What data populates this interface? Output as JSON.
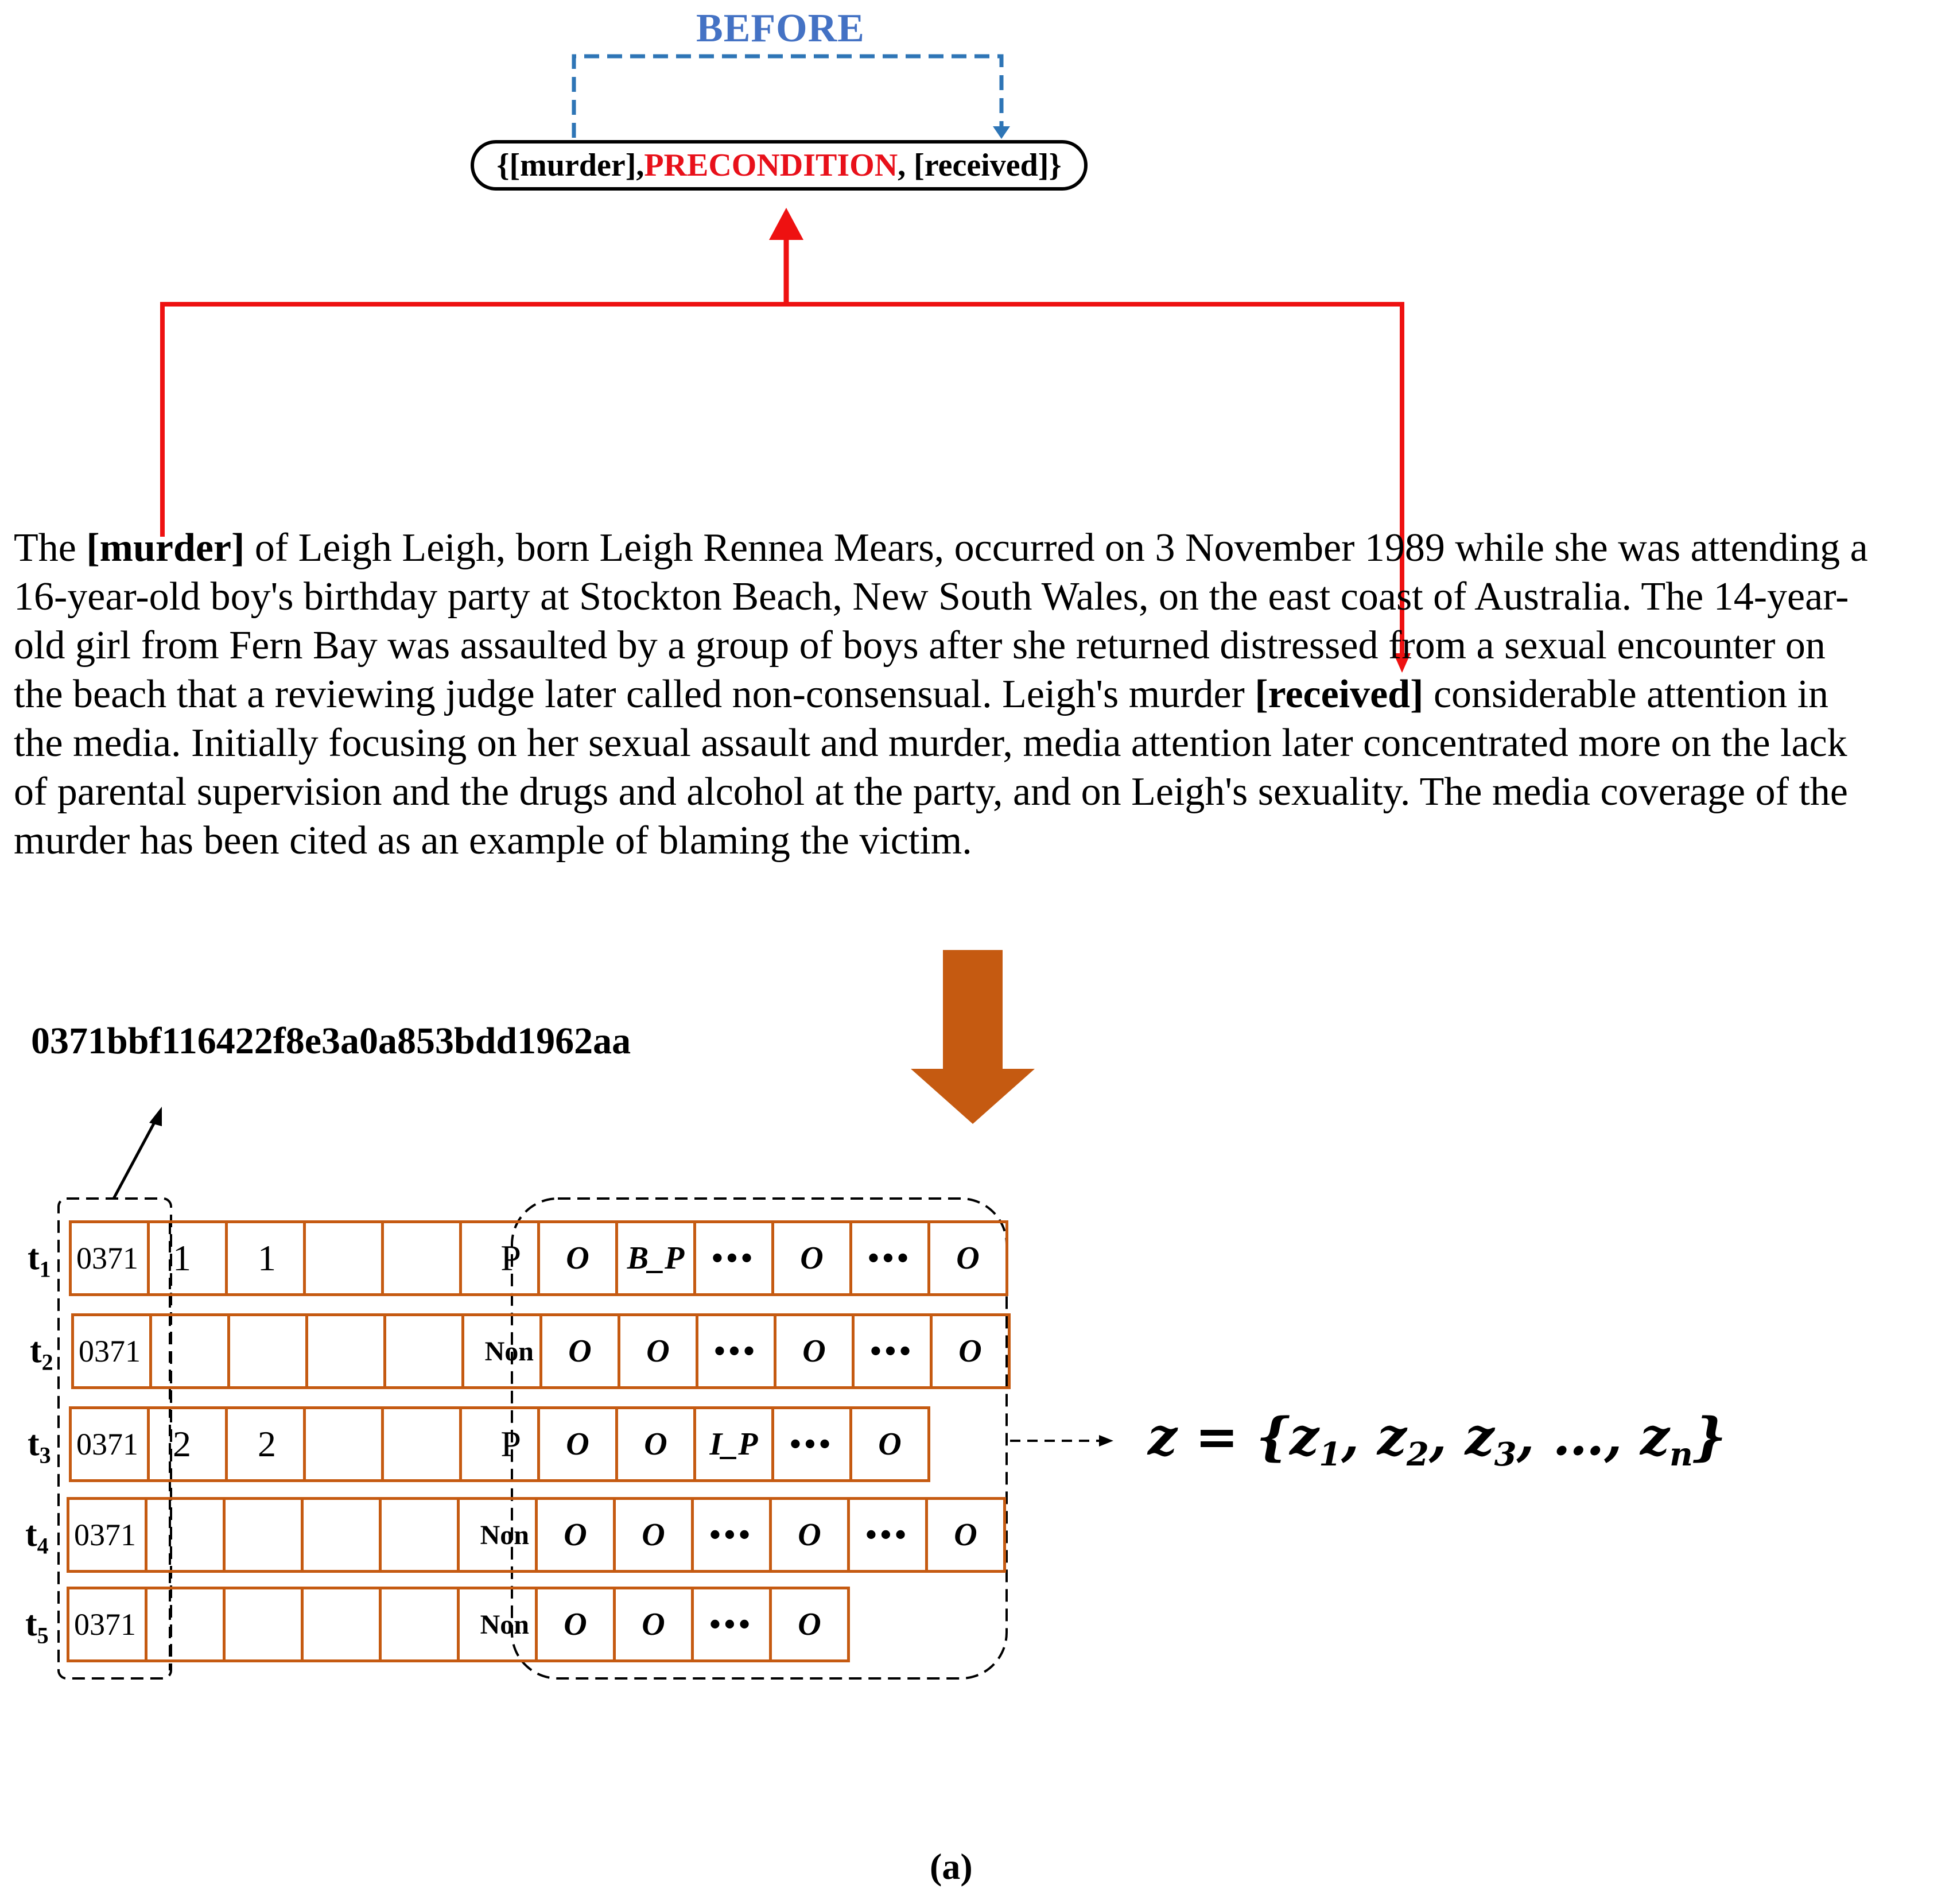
{
  "before_label": "BEFORE",
  "relation": {
    "open": "{[murder], ",
    "relation_type": "PRECONDITION",
    "close": ", [received]}"
  },
  "passage_lines": [
    {
      "pre": "The ",
      "bold": "[murder]",
      "post": " of Leigh Leigh, born Leigh Rennea Mears, occurred on 3 November 1989 while she was attending a"
    },
    {
      "pre": "16-year-old boy's birthday party at Stockton Beach, New South Wales, on the east coast of Australia. The 14-year-",
      "bold": "",
      "post": ""
    },
    {
      "pre": "old girl from Fern Bay was assaulted by a group of boys after she returned distressed from a sexual encounter on",
      "bold": "",
      "post": ""
    },
    {
      "pre": "the beach that a reviewing judge later called non-consensual. Leigh's murder ",
      "bold": "[received]",
      "post": " considerable attention in"
    },
    {
      "pre": "the media. Initially focusing on her sexual assault and murder, media attention later concentrated more on the lack",
      "bold": "",
      "post": ""
    },
    {
      "pre": "of parental supervision and the drugs and alcohol at the party, and on Leigh's sexuality. The media coverage of the",
      "bold": "",
      "post": ""
    },
    {
      "pre": "murder has been cited as an example of blaming the victim.",
      "bold": "",
      "post": ""
    }
  ],
  "doc_id": "0371bbf116422f8e3a0a853bdd1962aa",
  "rows": [
    {
      "label": "t",
      "sub": "1",
      "id": "0371",
      "c1": "1",
      "c2": "1",
      "flag": "P",
      "tags": [
        "O",
        "B_P",
        "•••",
        "O",
        "•••",
        "O"
      ]
    },
    {
      "label": "t",
      "sub": "2",
      "id": "0371",
      "c1": "",
      "c2": "",
      "flag": "Non",
      "tags": [
        "O",
        "O",
        "•••",
        "O",
        "•••",
        "O"
      ]
    },
    {
      "label": "t",
      "sub": "3",
      "id": "0371",
      "c1": "2",
      "c2": "2",
      "flag": "P",
      "tags": [
        "O",
        "O",
        "I_P",
        "•••",
        "O"
      ]
    },
    {
      "label": "t",
      "sub": "4",
      "id": "0371",
      "c1": "",
      "c2": "",
      "flag": "Non",
      "tags": [
        "O",
        "O",
        "•••",
        "O",
        "•••",
        "O"
      ]
    },
    {
      "label": "t",
      "sub": "5",
      "id": "0371",
      "c1": "",
      "c2": "",
      "flag": "Non",
      "tags": [
        "O",
        "O",
        "•••",
        "O"
      ]
    }
  ],
  "formula": {
    "lhs": "z = {",
    "terms": [
      {
        "base": "z",
        "sub": "1"
      },
      {
        "base": "z",
        "sub": "2"
      },
      {
        "base": "z",
        "sub": "3"
      },
      {
        "base": "…",
        "sub": ""
      },
      {
        "base": "z",
        "sub": "n"
      }
    ],
    "rhs": "}"
  },
  "caption": "(a)",
  "colors": {
    "before_blue": "#4472c4",
    "dashed_blue": "#2e75b6",
    "relation_red": "#e8101a",
    "grid_orange": "#c55a11",
    "big_arrow": "#c55a11"
  }
}
